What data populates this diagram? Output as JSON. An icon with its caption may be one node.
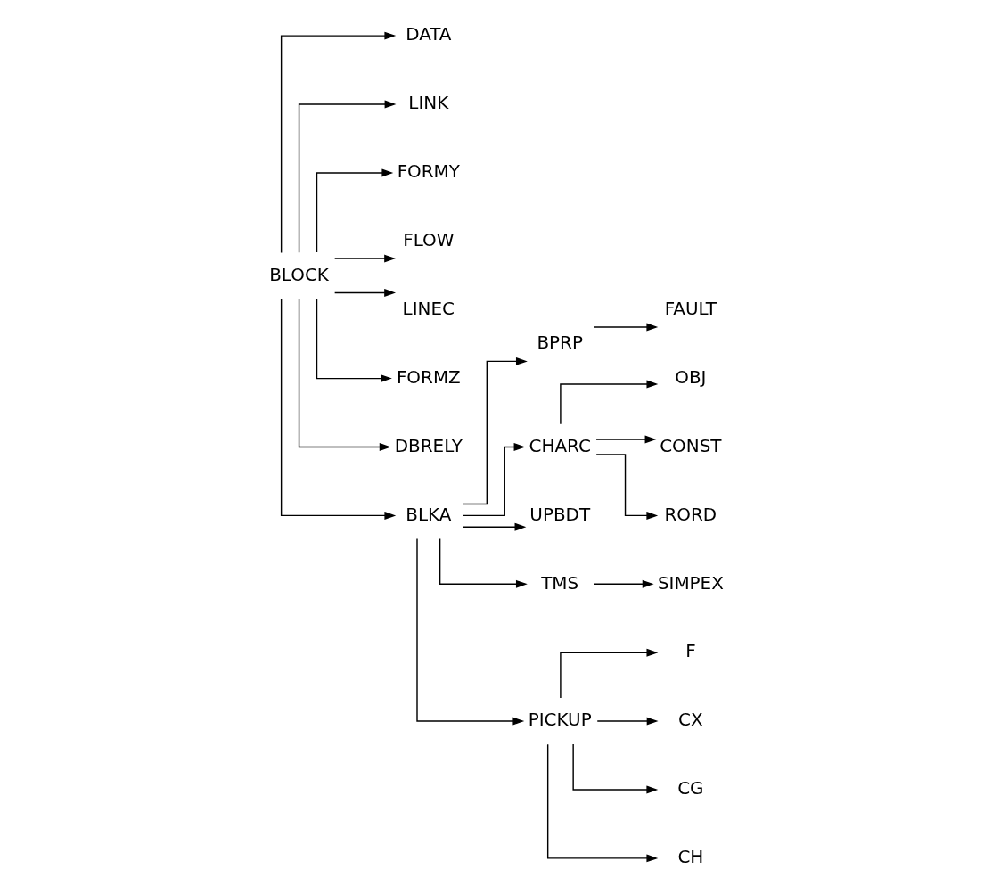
{
  "diagram": {
    "nodes": [
      {
        "text": [
          "BLOCK"
        ]
      },
      {
        "text": [
          "DATA"
        ]
      },
      {
        "text": [
          "LINK"
        ]
      },
      {
        "text": [
          "FORMY"
        ]
      },
      {
        "text": [
          "FLOW"
        ]
      },
      {
        "text": [
          "LINEC"
        ]
      },
      {
        "text": [
          "FORMZ"
        ]
      },
      {
        "text": [
          "DBRELY"
        ]
      },
      {
        "text": [
          "BLKA"
        ]
      },
      {
        "text": [
          "BPRP"
        ]
      },
      {
        "text": [
          "FAULT"
        ]
      },
      {
        "text": [
          "CHARC"
        ]
      },
      {
        "text": [
          "UPBDT"
        ]
      },
      {
        "text": [
          "TMS"
        ]
      },
      {
        "text": [
          "SIMPEX"
        ]
      },
      {
        "text": [
          "PICKUP"
        ]
      },
      {
        "text": [
          "OBJ"
        ]
      },
      {
        "text": [
          "CONST"
        ]
      },
      {
        "text": [
          "RORD"
        ]
      },
      {
        "text": [
          "F"
        ]
      },
      {
        "text": [
          "CX"
        ]
      },
      {
        "text": [
          "CG"
        ]
      },
      {
        "text": [
          "CH"
        ]
      }
    ],
    "edges": [
      {
        "from": 0,
        "to": 1,
        "arrow": "to"
      },
      {
        "from": 0,
        "to": 2,
        "arrow": "to"
      },
      {
        "from": 0,
        "to": 3,
        "arrow": "to"
      },
      {
        "from": 0,
        "to": 4,
        "arrow": "to"
      },
      {
        "from": 0,
        "to": 5,
        "arrow": "to"
      },
      {
        "from": 0,
        "to": 6,
        "arrow": "to"
      },
      {
        "from": 0,
        "to": 7,
        "arrow": "to"
      },
      {
        "from": 0,
        "to": 8,
        "arrow": "to"
      },
      {
        "from": 8,
        "to": 9,
        "arrow": "to"
      },
      {
        "from": 9,
        "to": 10,
        "arrow": "to"
      },
      {
        "from": 8,
        "to": 11,
        "arrow": "to"
      },
      {
        "from": 11,
        "to": 16,
        "arrow": "to"
      },
      {
        "from": 11,
        "to": 17,
        "arrow": "to"
      },
      {
        "from": 11,
        "to": 18,
        "arrow": "to"
      },
      {
        "from": 8,
        "to": 12,
        "arrow": "to"
      },
      {
        "from": 8,
        "to": 13,
        "arrow": "to"
      },
      {
        "from": 13,
        "to": 14,
        "arrow": "to"
      },
      {
        "from": 8,
        "to": 15,
        "arrow": "to"
      },
      {
        "from": 15,
        "to": 19,
        "arrow": "to"
      },
      {
        "from": 15,
        "to": 20,
        "arrow": "to"
      },
      {
        "from": 15,
        "to": 21,
        "arrow": "to"
      },
      {
        "from": 15,
        "to": 22,
        "arrow": "to"
      }
    ]
  }
}
